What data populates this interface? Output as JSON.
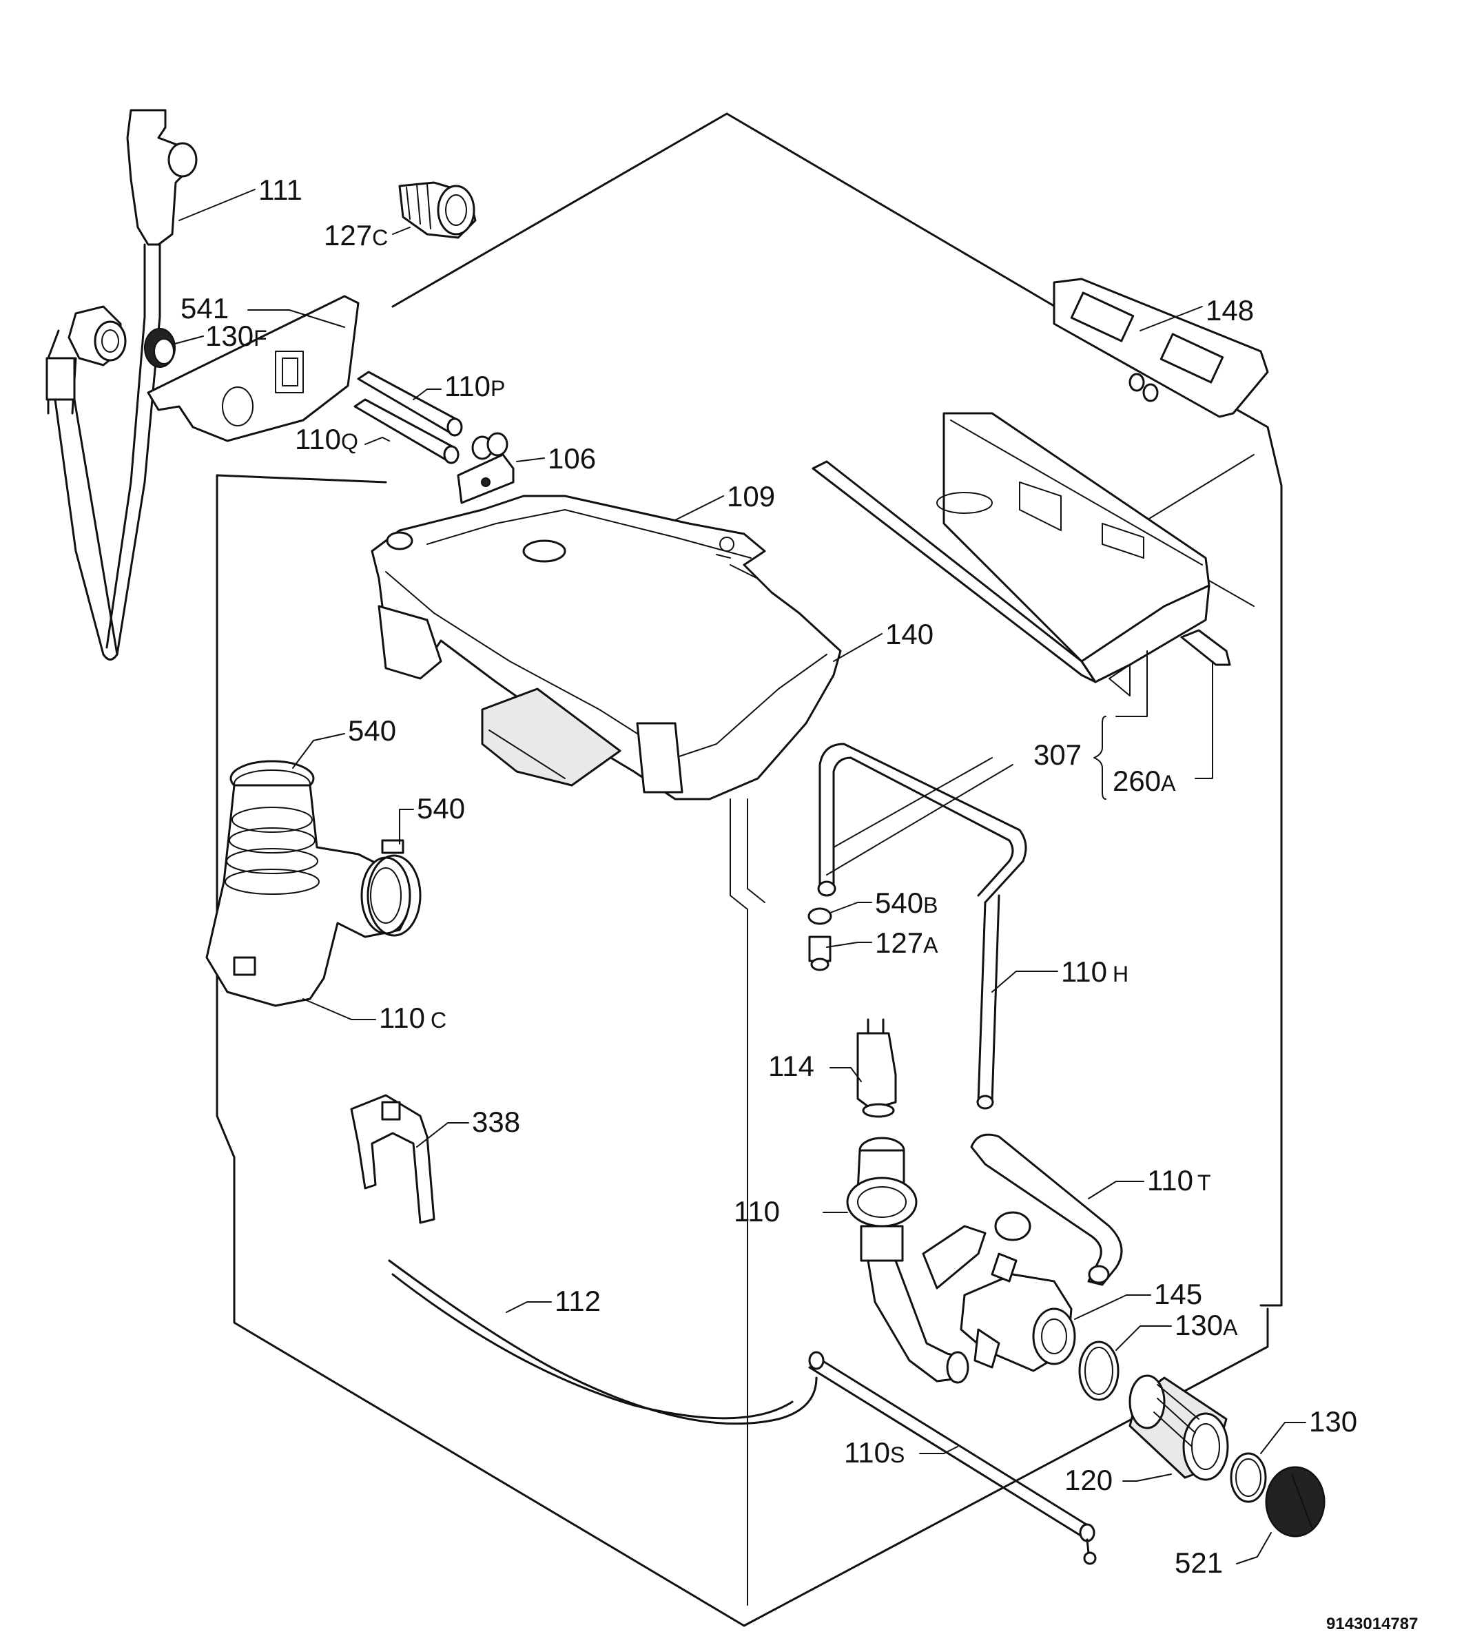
{
  "callouts": {
    "c111": "111",
    "c127c_num": "127",
    "c127c_sfx": "C",
    "c541": "541",
    "c130f_num": "130",
    "c130f_sfx": "F",
    "c110p_num": "110",
    "c110p_sfx": "P",
    "c110q_num": "110",
    "c110q_sfx": "Q",
    "c106": "106",
    "c109": "109",
    "c148": "148",
    "c140": "140",
    "c307": "307",
    "c260a_num": "260",
    "c260a_sfx": "A",
    "c540_top": "540",
    "c540_mid": "540",
    "c540b_num": "540",
    "c540b_sfx": "B",
    "c127a_num": "127",
    "c127a_sfx": "A",
    "c110h_num": "110",
    "c110h_sfx": "H",
    "c110c_num": "110",
    "c110c_sfx": "C",
    "c114": "114",
    "c338": "338",
    "c110t_num": "110",
    "c110t_sfx": "T",
    "c110": "110",
    "c145": "145",
    "c130a_num": "130",
    "c130a_sfx": "A",
    "c112": "112",
    "c130": "130",
    "c110s_num": "110",
    "c110s_sfx": "S",
    "c120": "120",
    "c521": "521"
  },
  "drawing_code": "9143014787"
}
